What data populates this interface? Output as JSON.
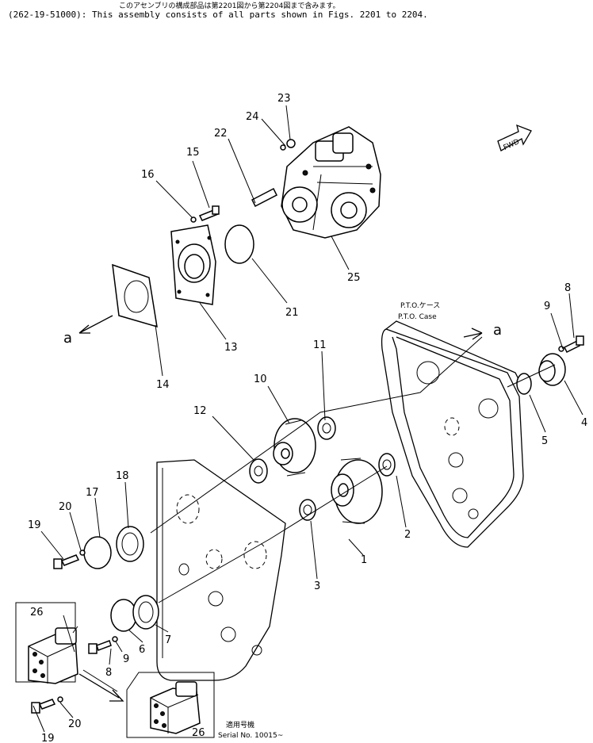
{
  "header": {
    "note_jp": "このアセンブリの構成部品は第2201図から第2204図まで含みます。",
    "note_en": "(262-19-51000): This assembly consists of all parts shown in Figs. 2201 to 2204."
  },
  "labels": {
    "pto_case_jp": "P.T.O.ケース",
    "pto_case_en": "P.T.O. Case",
    "fwd": "FWD",
    "ref_a": "a",
    "serial_jp": "適用号機",
    "serial_en": "Serial No. 10015~"
  },
  "callouts": [
    "1",
    "2",
    "3",
    "4",
    "5",
    "6",
    "7",
    "8",
    "9",
    "10",
    "11",
    "12",
    "13",
    "14",
    "15",
    "16",
    "17",
    "18",
    "19",
    "20",
    "21",
    "22",
    "23",
    "24",
    "25",
    "26"
  ]
}
